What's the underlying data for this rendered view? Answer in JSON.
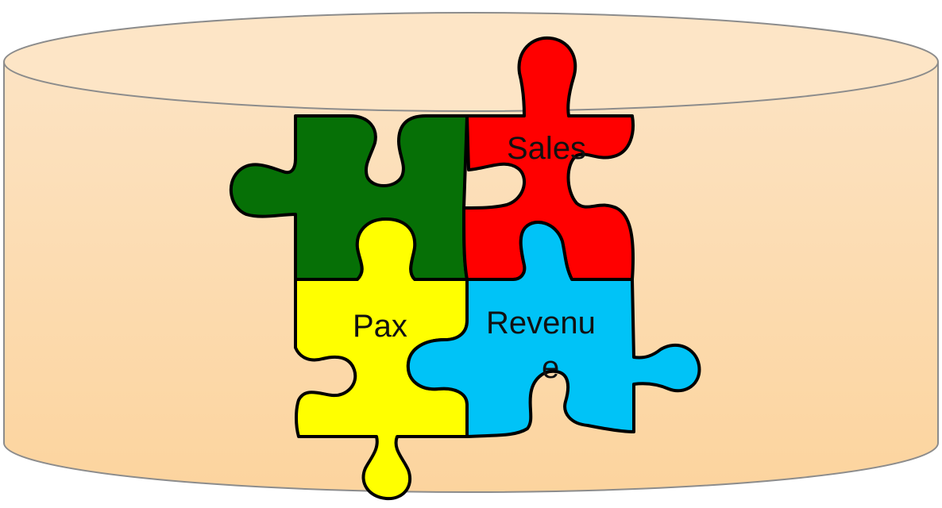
{
  "diagram": {
    "container": {
      "shape": "cylinder",
      "top_color": "#FDE5C6",
      "body_color": "#FCD6A1"
    },
    "pieces": [
      {
        "id": "green",
        "label": "",
        "color": "#067006"
      },
      {
        "id": "red",
        "label": "Sales",
        "color": "#FF0000"
      },
      {
        "id": "yellow",
        "label": "Pax",
        "color": "#FFFF00"
      },
      {
        "id": "blue",
        "label_line1": "Revenu",
        "label_line2": "e",
        "color": "#00C3F7"
      }
    ]
  }
}
